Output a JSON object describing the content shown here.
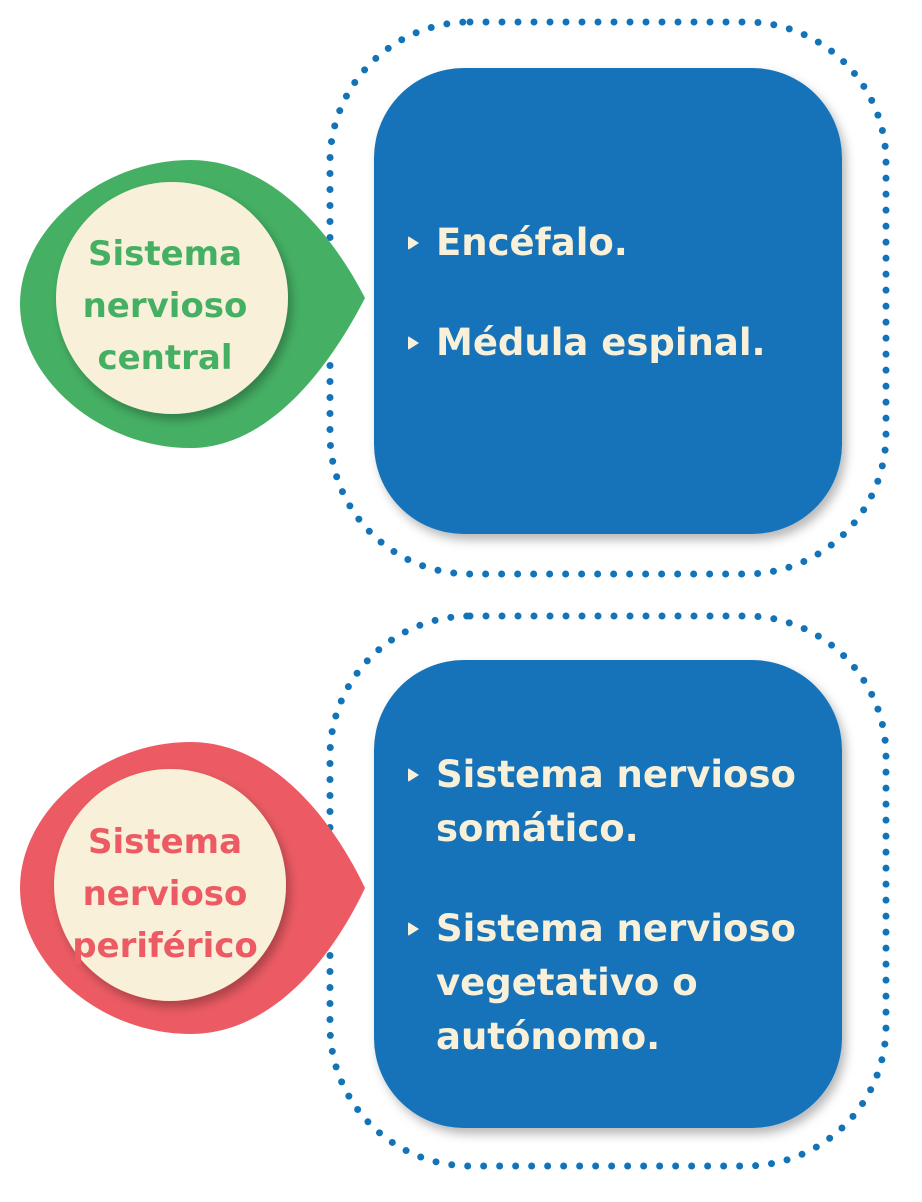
{
  "colors": {
    "central": "#45b064",
    "peripheral": "#ec5b63",
    "panel": "#1273b9",
    "dots": "#1273b9",
    "circle": "#f8f0d8",
    "panel_text": "#f8f0d8"
  },
  "central": {
    "label_lines": [
      "Sistema",
      "nervioso",
      "central"
    ],
    "items": [
      [
        "Encéfalo."
      ],
      [
        "Médula espinal."
      ]
    ]
  },
  "peripheral": {
    "label_lines": [
      "Sistema",
      "nervioso",
      "periférico"
    ],
    "items": [
      [
        "Sistema nervioso",
        "somático."
      ],
      [
        "Sistema nervioso",
        "vegetativo o",
        "autónomo."
      ]
    ]
  }
}
